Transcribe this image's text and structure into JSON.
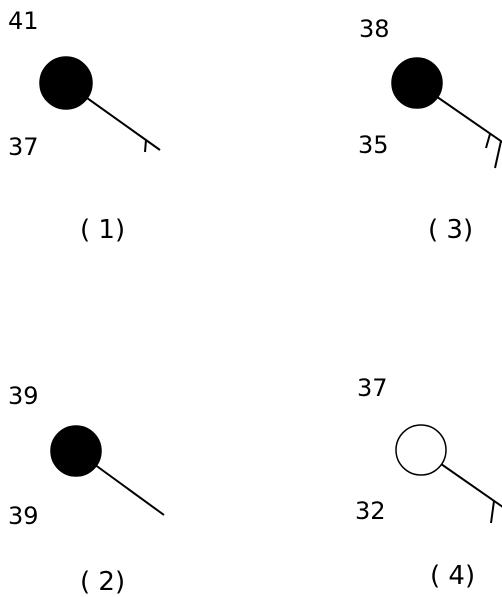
{
  "figure": {
    "colors": {
      "ink": "#000000",
      "filled": "#000000",
      "empty": "#ffffff"
    },
    "stations": [
      {
        "id": "1",
        "top_value": "41",
        "bottom_value": "37",
        "caption": "( 1)",
        "sky_cover": "filled",
        "barbs": [
          "half"
        ]
      },
      {
        "id": "2",
        "top_value": "39",
        "bottom_value": "39",
        "caption": "( 2)",
        "sky_cover": "filled",
        "barbs": []
      },
      {
        "id": "3",
        "top_value": "38",
        "bottom_value": "35",
        "caption": "( 3)",
        "sky_cover": "filled",
        "barbs": [
          "half",
          "full"
        ]
      },
      {
        "id": "4",
        "top_value": "37",
        "bottom_value": "32",
        "caption": "( 4)",
        "sky_cover": "empty",
        "barbs": [
          "half"
        ]
      }
    ]
  }
}
